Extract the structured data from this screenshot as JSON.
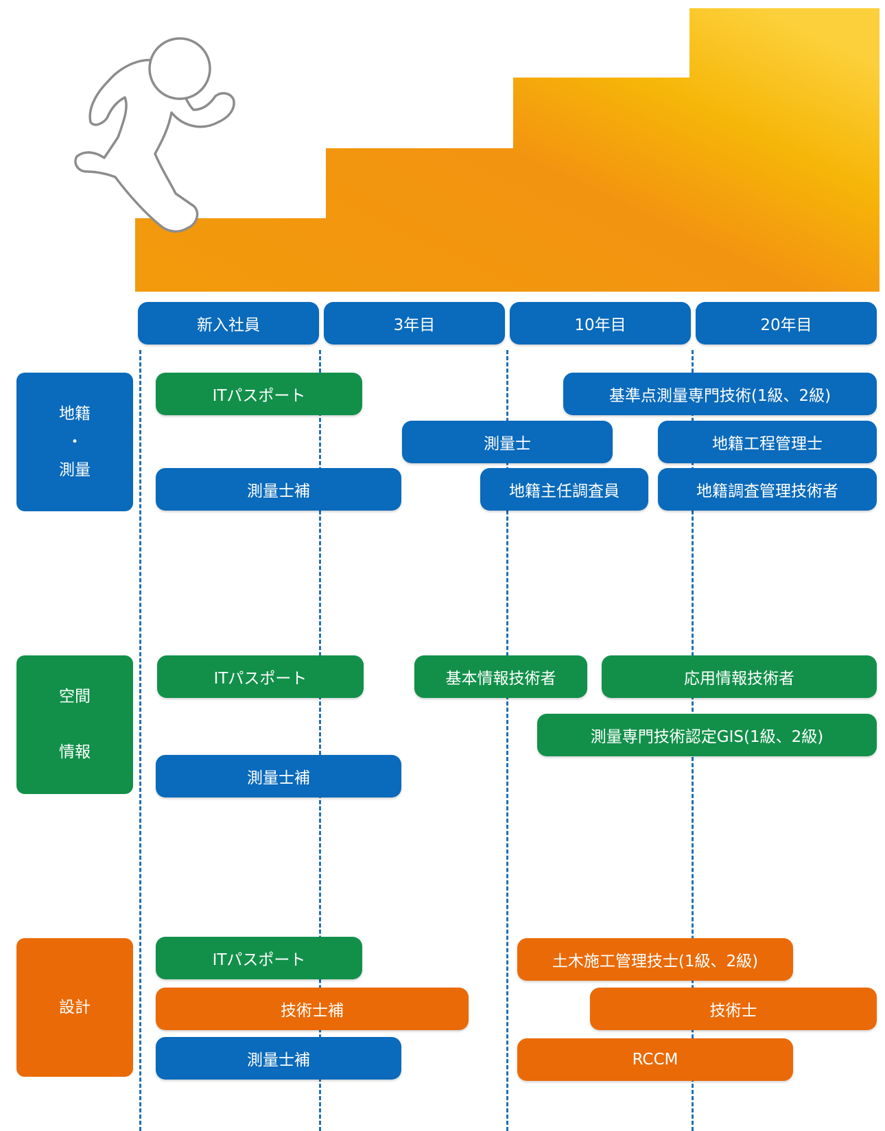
{
  "colors": {
    "blue": "#0a6abb",
    "green": "#12904a",
    "orange": "#ea6a07",
    "stair_from": "#f29a0c",
    "stair_to": "#fbd033"
  },
  "illustration": {
    "figure": "running-person-icon",
    "stairs": "staircase-graphic"
  },
  "periods": [
    "新入社員",
    "3年目",
    "10年目",
    "20年目"
  ],
  "categories": {
    "survey": {
      "line1": "地籍",
      "line2": "・",
      "line3": "測量"
    },
    "spatial": {
      "line1": "空間",
      "line2": "情報"
    },
    "design": {
      "line1": "設計"
    }
  },
  "qualifications": {
    "survey": {
      "it_passport": "ITパスポート",
      "kijunten": "基準点測量専門技術(1級、2級)",
      "sokuryoshi": "測量士",
      "chiseki_koutei": "地籍工程管理士",
      "sokuryoshiho": "測量士補",
      "chiseki_shunin": "地籍主任調査員",
      "chiseki_chousa": "地籍調査管理技術者"
    },
    "spatial": {
      "it_passport": "ITパスポート",
      "kihon_joho": "基本情報技術者",
      "oyo_joho": "応用情報技術者",
      "gis": "測量専門技術認定GIS(1級、2級)",
      "sokuryoshiho": "測量士補"
    },
    "design": {
      "it_passport": "ITパスポート",
      "doboku": "土木施工管理技士(1級、2級)",
      "gijutsushiho": "技術士補",
      "gijutsushi": "技術士",
      "sokuryoshiho": "測量士補",
      "rccm": "RCCM"
    }
  }
}
